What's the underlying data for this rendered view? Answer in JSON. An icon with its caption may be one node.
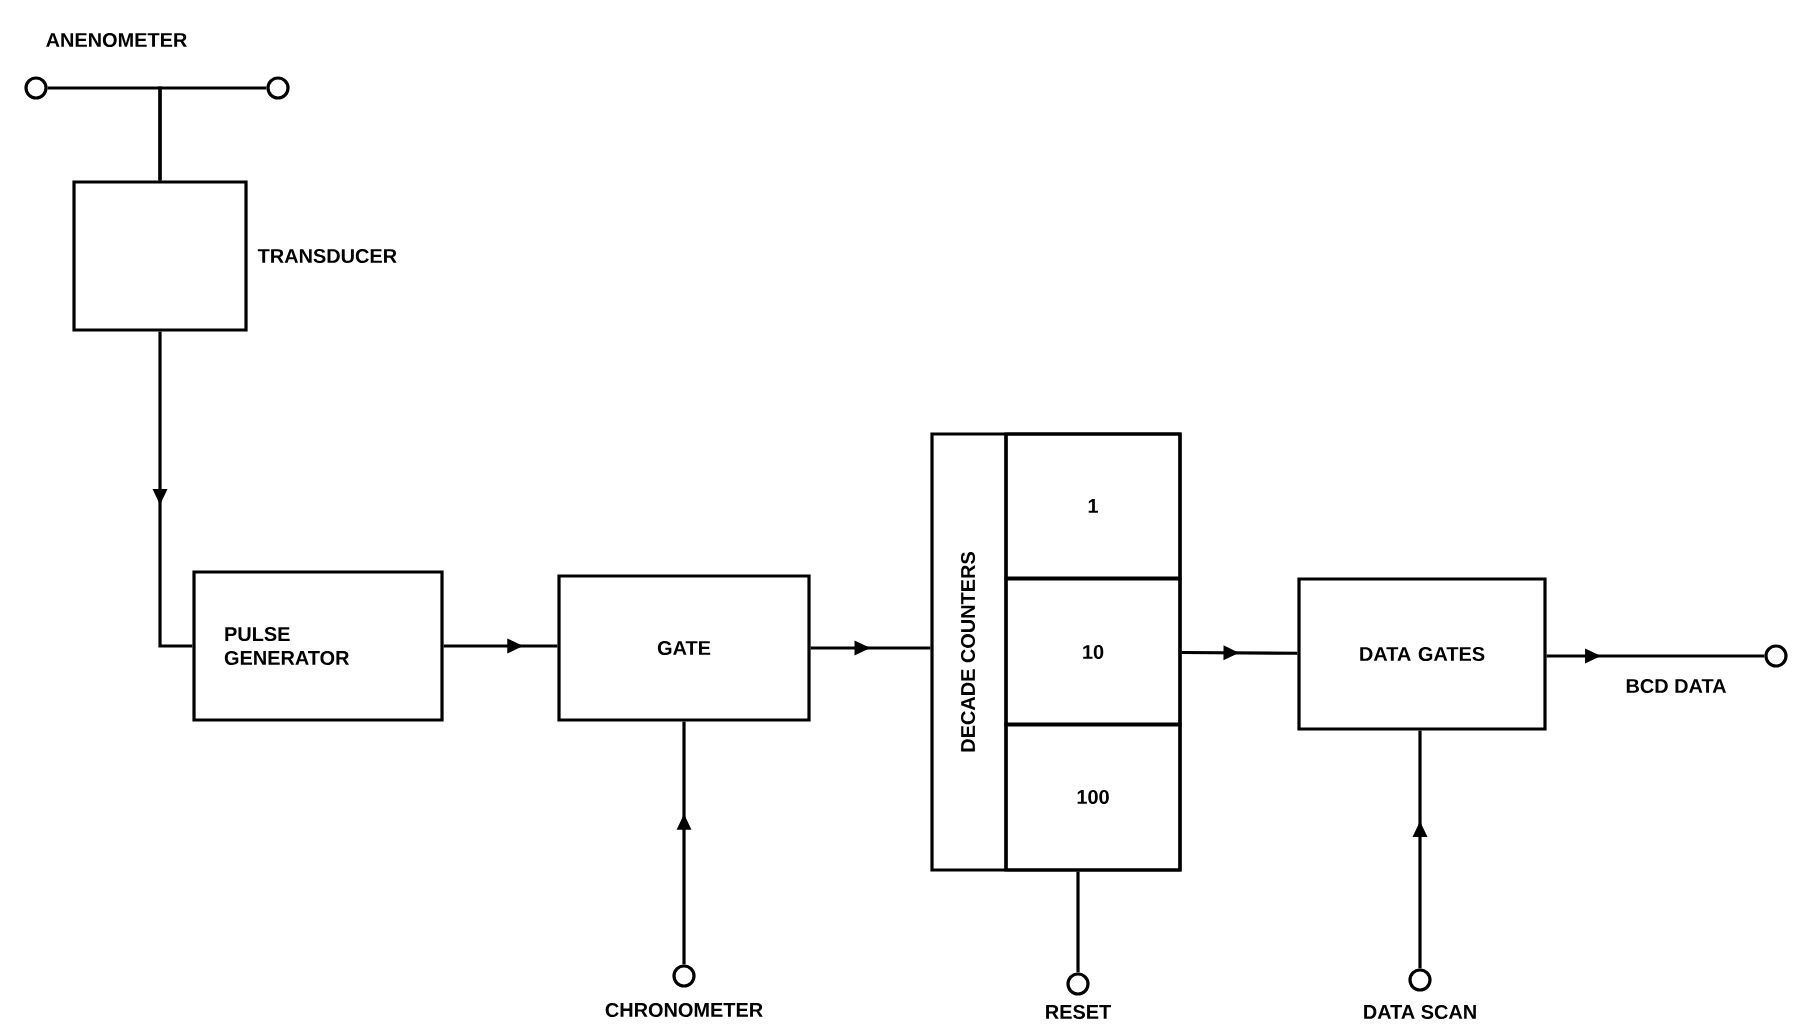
{
  "diagram": {
    "nodes": [
      {
        "text": [],
        "shape": "circle",
        "beside": [
          "ANENOMETER"
        ]
      },
      {
        "text": [],
        "shape": "circle"
      },
      {
        "text": [
          "TRANSDUCER"
        ]
      },
      {
        "text": [
          "PULSE GENERATOR"
        ]
      },
      {
        "text": [
          "GATE"
        ]
      },
      {
        "text": [
          "DECADE COUNTERS"
        ]
      },
      {
        "text": [
          "1"
        ],
        "in": 5
      },
      {
        "text": [
          "10"
        ],
        "in": 5
      },
      {
        "text": [
          "100"
        ],
        "in": 5
      },
      {
        "text": [
          "DATA GATES"
        ]
      },
      {
        "text": [],
        "shape": "circle",
        "beside": [
          "BCD DATA"
        ]
      },
      {
        "text": [],
        "shape": "circle",
        "beside": [
          "CHRONOMETER"
        ]
      },
      {
        "text": [],
        "shape": "circle",
        "beside": [
          "RESET"
        ]
      },
      {
        "text": [],
        "shape": "circle",
        "beside": [
          "DATA SCAN"
        ]
      }
    ],
    "edges": [
      {
        "from": 0,
        "to": 2,
        "arrow": "none"
      },
      {
        "from": 1,
        "to": 2,
        "arrow": "none"
      },
      {
        "from": 2,
        "to": 3,
        "arrow": "to"
      },
      {
        "from": 3,
        "to": 4,
        "arrow": "to"
      },
      {
        "from": 4,
        "to": 5,
        "arrow": "to"
      },
      {
        "from": 7,
        "to": 9,
        "arrow": "to"
      },
      {
        "from": 9,
        "to": 10,
        "arrow": "to"
      },
      {
        "from": 11,
        "to": 4,
        "arrow": "to"
      },
      {
        "from": 12,
        "to": 8,
        "arrow": "none"
      },
      {
        "from": 13,
        "to": 9,
        "arrow": "to"
      }
    ]
  }
}
